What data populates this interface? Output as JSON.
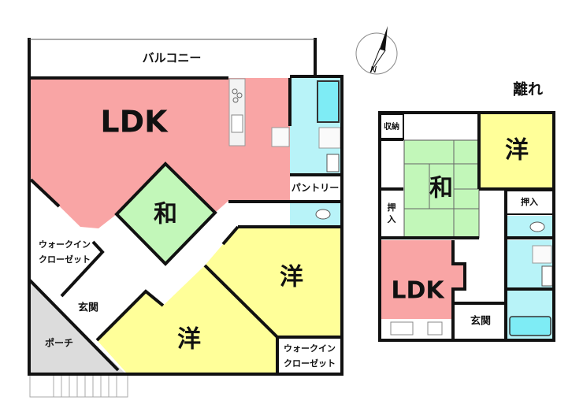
{
  "main": {
    "balcony": "バルコニー",
    "ldk": "LDK",
    "washitsu": "和",
    "pantry": "パントリー",
    "wic_left": [
      "ウォークイン",
      "クローゼット"
    ],
    "wic_right": [
      "ウォークイン",
      "クローゼット"
    ],
    "entrance": "玄関",
    "porch": "ポーチ",
    "youshitsu_right": "洋",
    "youshitsu_bottom": "洋"
  },
  "annex": {
    "title": "離れ",
    "storage": "収納",
    "washitsu": "和",
    "youshitsu": "洋",
    "closet_right": "押入",
    "closet_left": [
      "押",
      "入"
    ],
    "ldk": "LDK",
    "entrance": "玄関"
  },
  "compass": {
    "label": "N"
  },
  "colors": {
    "ldk": "#f9a5a5",
    "washitsu": "#c2f7b9",
    "youshitsu": "#ffff99",
    "water": "#b8f3f8",
    "porch": "#dcdcdc"
  }
}
